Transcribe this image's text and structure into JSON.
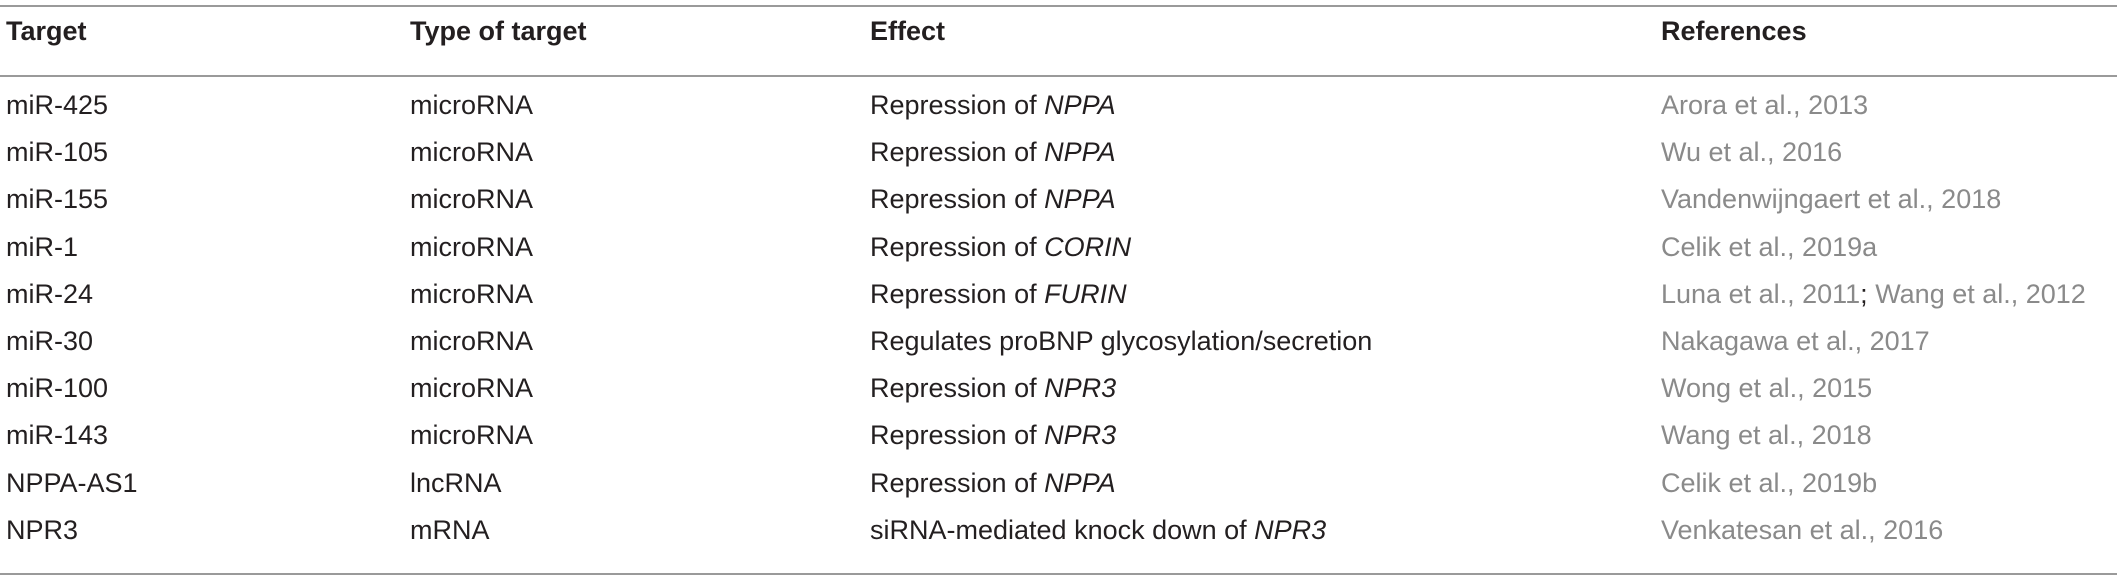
{
  "table": {
    "headers": [
      "Target",
      "Type of target",
      "Effect",
      "References"
    ],
    "rows": [
      {
        "target": "miR-425",
        "type": "microRNA",
        "effect_prefix": "Repression of ",
        "effect_gene": "NPPA",
        "refs": [
          "Arora et al., 2013"
        ]
      },
      {
        "target": "miR-105",
        "type": "microRNA",
        "effect_prefix": "Repression of ",
        "effect_gene": "NPPA",
        "refs": [
          "Wu et al., 2016"
        ]
      },
      {
        "target": "miR-155",
        "type": "microRNA",
        "effect_prefix": "Repression of ",
        "effect_gene": "NPPA",
        "refs": [
          "Vandenwijngaert et al., 2018"
        ]
      },
      {
        "target": "miR-1",
        "type": "microRNA",
        "effect_prefix": "Repression of ",
        "effect_gene": "CORIN",
        "refs": [
          "Celik et al., 2019a"
        ]
      },
      {
        "target": "miR-24",
        "type": "microRNA",
        "effect_prefix": "Repression of ",
        "effect_gene": "FURIN",
        "refs": [
          "Luna et al., 2011",
          "Wang et al., 2012"
        ]
      },
      {
        "target": "miR-30",
        "type": "microRNA",
        "effect_prefix": "Regulates proBNP glycosylation/secretion",
        "effect_gene": "",
        "refs": [
          "Nakagawa et al., 2017"
        ]
      },
      {
        "target": "miR-100",
        "type": "microRNA",
        "effect_prefix": "Repression of ",
        "effect_gene": "NPR3",
        "refs": [
          "Wong et al., 2015"
        ]
      },
      {
        "target": "miR-143",
        "type": "microRNA",
        "effect_prefix": "Repression of ",
        "effect_gene": "NPR3",
        "refs": [
          "Wang et al., 2018"
        ]
      },
      {
        "target": "NPPA-AS1",
        "type": "lncRNA",
        "effect_prefix": "Repression of ",
        "effect_gene": "NPPA",
        "refs": [
          "Celik et al., 2019b"
        ]
      },
      {
        "target": "NPR3",
        "type": "mRNA",
        "effect_prefix": "siRNA-mediated knock down of ",
        "effect_gene": "NPR3",
        "refs": [
          "Venkatesan et al., 2016"
        ]
      }
    ],
    "ref_separator": "; "
  }
}
